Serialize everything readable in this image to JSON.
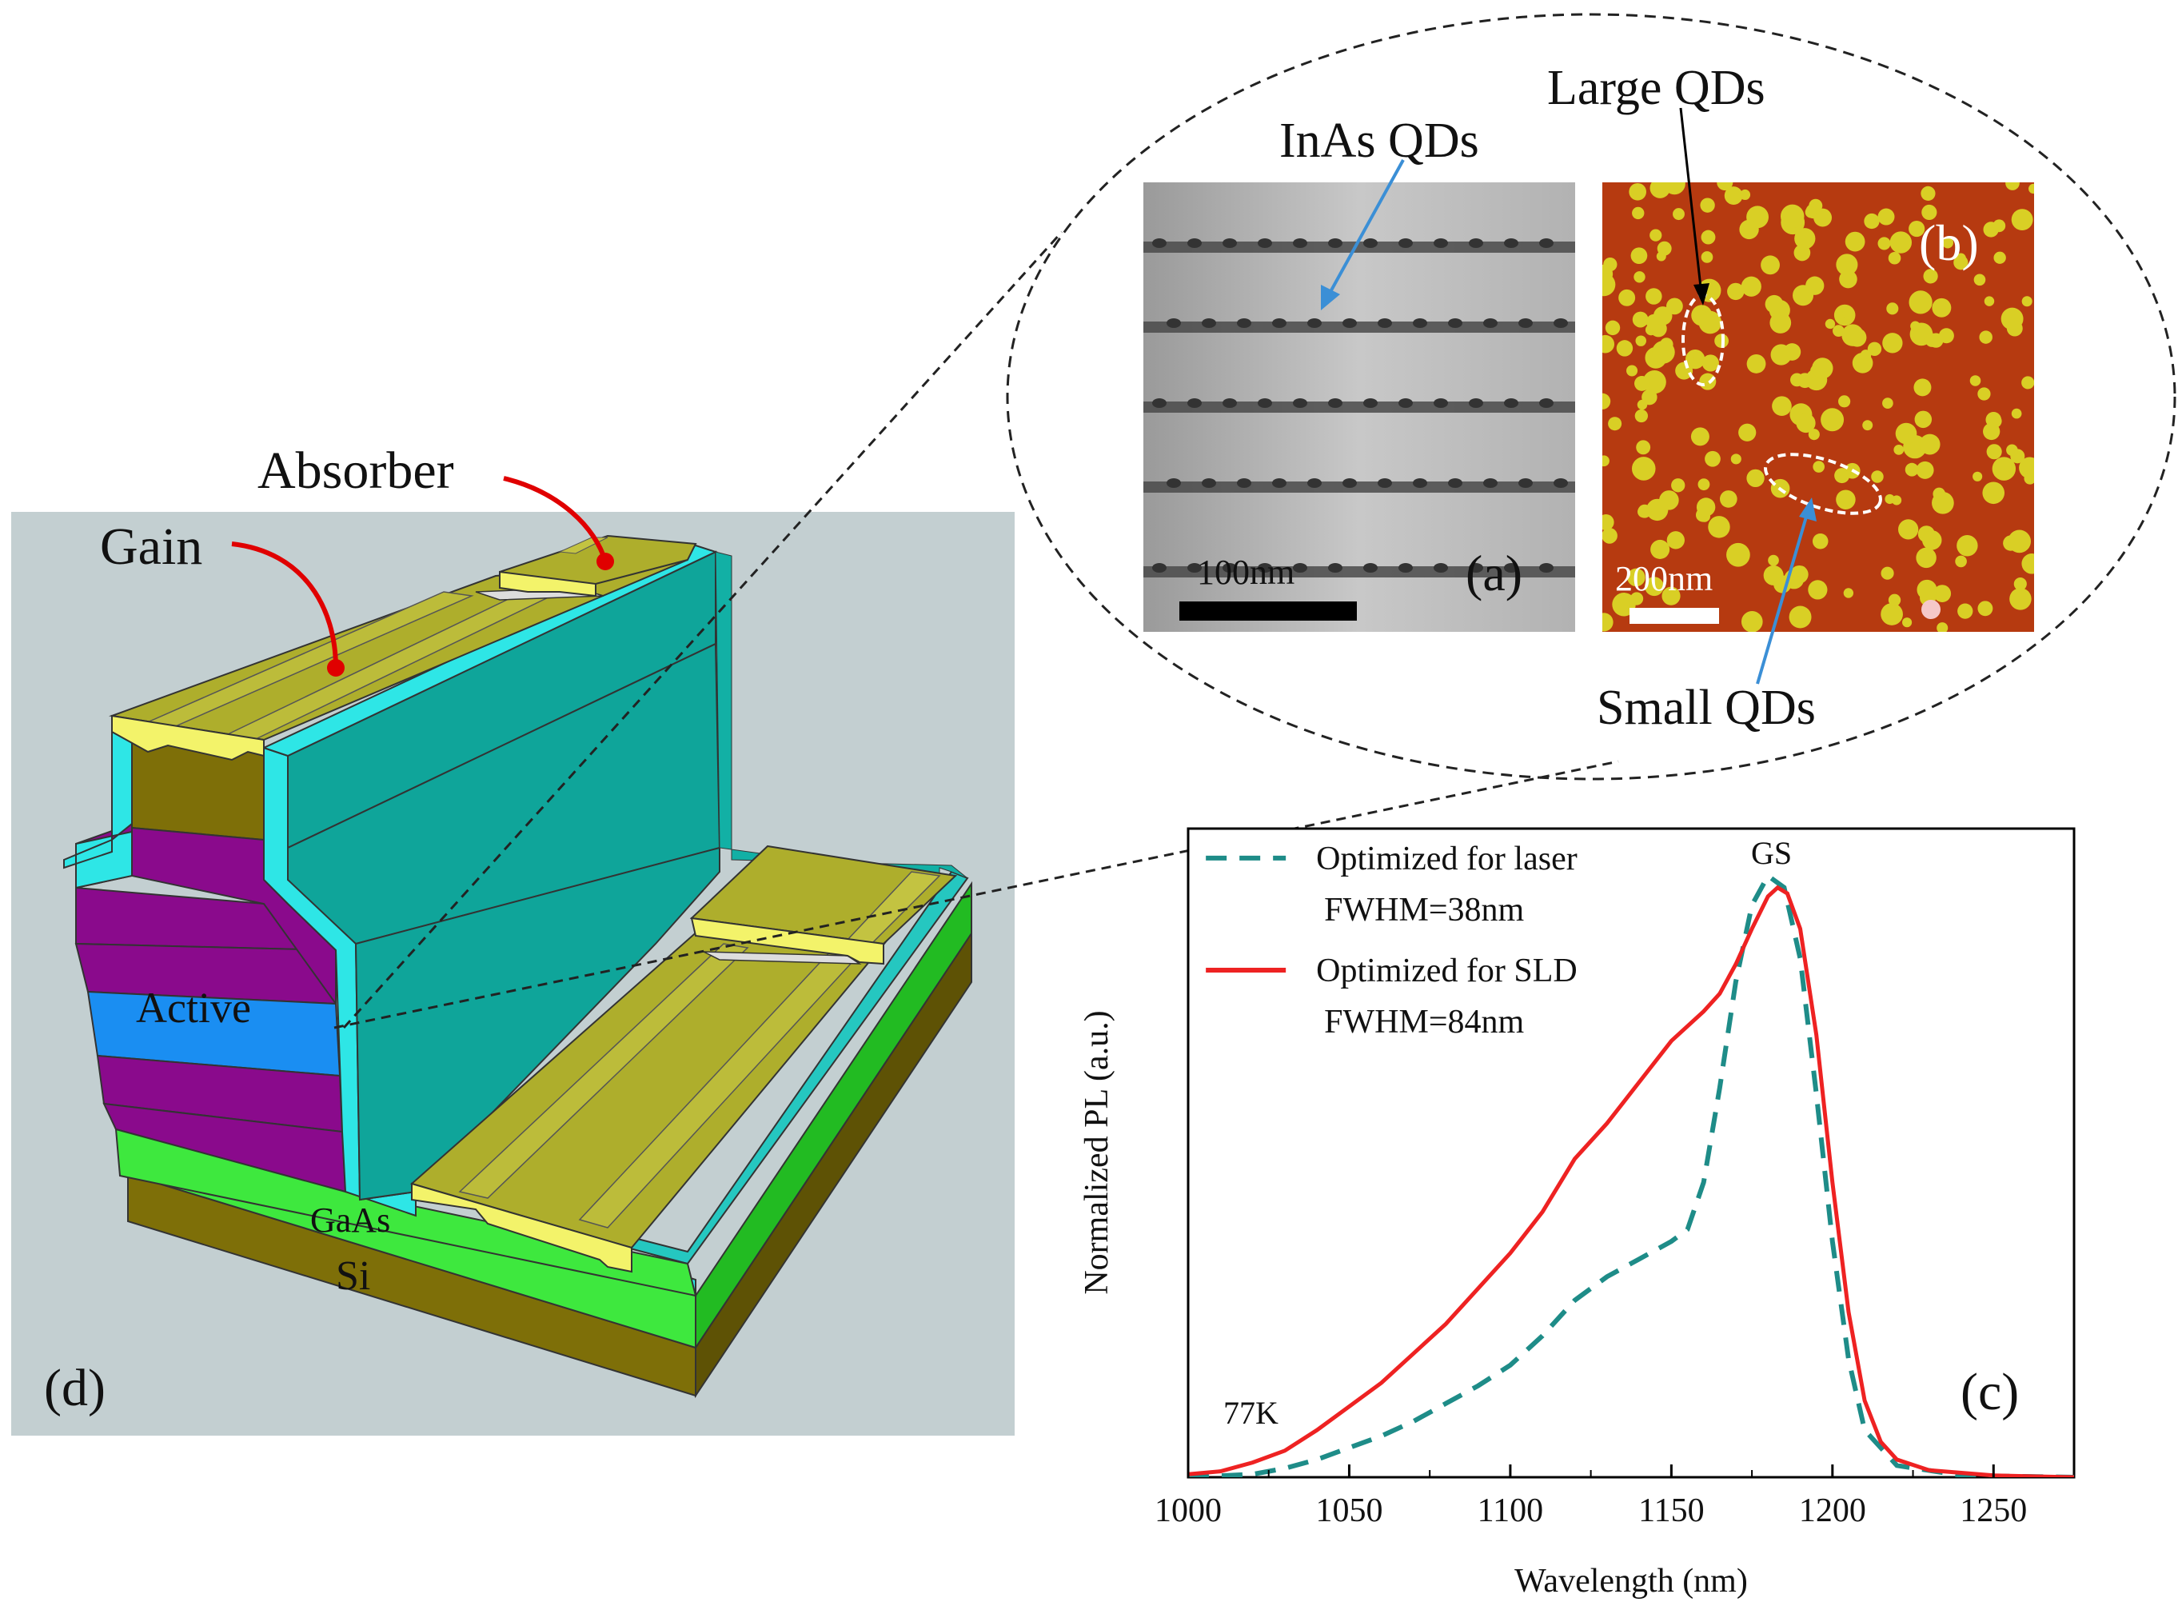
{
  "device": {
    "panel_label": "(d)",
    "labels": {
      "gain": "Gain",
      "absorber": "Absorber",
      "active": "Active",
      "gaas": "GaAs",
      "si": "Si"
    },
    "colors": {
      "background": "#c3cfd1",
      "ridge": "#0fa59a",
      "cladding_cyan": "#2ee6e6",
      "contact": "#aeae2c",
      "contact_edge": "#f3f36a",
      "p_layer": "#8a0a8c",
      "active": "#1a8ef2",
      "gaas": "#3ee83e",
      "si": "#7e6f08"
    }
  },
  "micrographs": {
    "tem": {
      "panel_label": "(a)",
      "annotation": "InAs QDs",
      "scale_bar": "100nm"
    },
    "afm": {
      "panel_label": "(b)",
      "annotation_large": "Large QDs",
      "annotation_small": "Small QDs",
      "scale_bar": "200nm",
      "colors": {
        "background": "#b63a10",
        "dots": "#d9cf25"
      }
    }
  },
  "chart_data": {
    "type": "line",
    "panel_label": "(c)",
    "xlabel": "Wavelength (nm)",
    "ylabel": "Normalized PL (a.u.)",
    "xlim": [
      1000,
      1275
    ],
    "ylim": [
      0,
      1.1
    ],
    "xticks": [
      "1000",
      "1050",
      "1100",
      "1150",
      "1200",
      "1250"
    ],
    "xtick_values": [
      1000,
      1050,
      1100,
      1150,
      1200,
      1250
    ],
    "annotations": {
      "peak": "GS",
      "temperature": "77K"
    },
    "legend_position": "top-left",
    "series": [
      {
        "name": "Optimized for laser",
        "sub": "FWHM=38nm",
        "color": "#1e8c88",
        "style": "dashed",
        "x": [
          1000,
          1020,
          1030,
          1040,
          1050,
          1060,
          1070,
          1080,
          1090,
          1100,
          1110,
          1120,
          1130,
          1140,
          1150,
          1155,
          1160,
          1165,
          1170,
          1175,
          1180,
          1185,
          1190,
          1195,
          1200,
          1205,
          1210,
          1220,
          1240,
          1275
        ],
        "y": [
          0,
          0.005,
          0.015,
          0.03,
          0.05,
          0.07,
          0.095,
          0.125,
          0.155,
          0.19,
          0.24,
          0.3,
          0.34,
          0.37,
          0.4,
          0.42,
          0.5,
          0.66,
          0.84,
          0.97,
          1.02,
          1.0,
          0.88,
          0.65,
          0.4,
          0.2,
          0.08,
          0.02,
          0.003,
          0
        ],
        "legend_x": 0.02,
        "legend_y": 1.05,
        "legend_ox": 1
      },
      {
        "name": "Optimized for SLD",
        "sub": "FWHM=84nm",
        "color": "#ee2222",
        "style": "solid",
        "x": [
          1000,
          1010,
          1020,
          1030,
          1040,
          1050,
          1060,
          1070,
          1080,
          1090,
          1100,
          1110,
          1120,
          1130,
          1140,
          1150,
          1160,
          1165,
          1170,
          1175,
          1180,
          1183,
          1186,
          1190,
          1195,
          1200,
          1205,
          1210,
          1215,
          1220,
          1230,
          1250,
          1275
        ],
        "y": [
          0.005,
          0.01,
          0.025,
          0.045,
          0.08,
          0.12,
          0.16,
          0.21,
          0.26,
          0.32,
          0.38,
          0.45,
          0.54,
          0.6,
          0.67,
          0.74,
          0.79,
          0.82,
          0.87,
          0.93,
          0.985,
          1.0,
          0.99,
          0.93,
          0.75,
          0.5,
          0.28,
          0.13,
          0.06,
          0.03,
          0.012,
          0.003,
          0
        ],
        "legend_x": 0.02,
        "legend_y": 0.86,
        "legend_ox": 0
      }
    ]
  }
}
